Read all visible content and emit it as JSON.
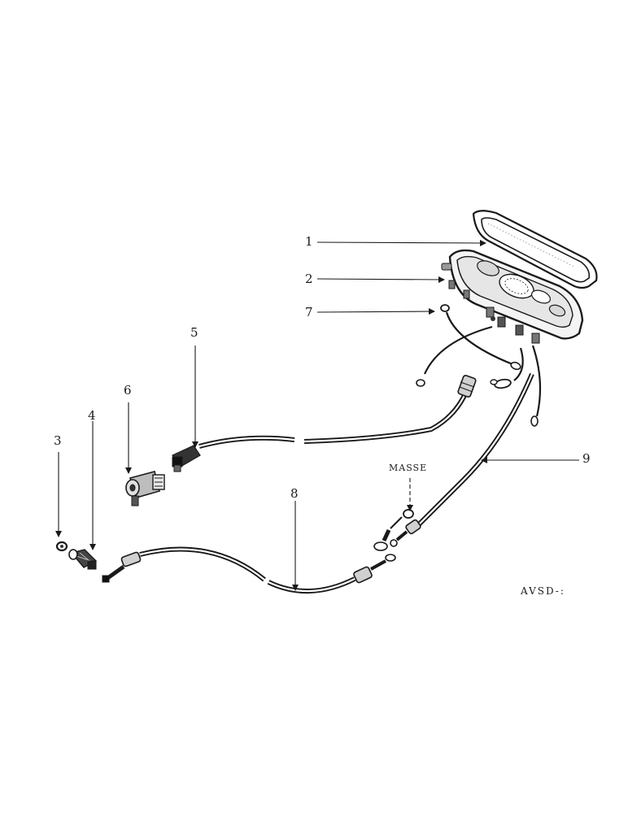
{
  "labels": {
    "l1": "1",
    "l2": "2",
    "l3": "3",
    "l4": "4",
    "l5": "5",
    "l6": "6",
    "l7": "7",
    "l8": "8",
    "l9": "9",
    "masse": "MASSE",
    "code": "AVSD-:"
  }
}
